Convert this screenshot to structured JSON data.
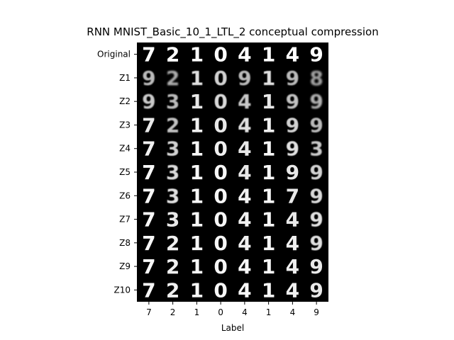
{
  "chart_data": {
    "type": "image-grid",
    "title": "RNN MNIST_Basic_10_1_LTL_2 conceptual compression",
    "xlabel": "Label",
    "ylabel": "",
    "columns": [
      "7",
      "2",
      "1",
      "0",
      "4",
      "1",
      "4",
      "9"
    ],
    "rows": [
      "Original",
      "Z1",
      "Z2",
      "Z3",
      "Z4",
      "Z5",
      "Z6",
      "Z7",
      "Z8",
      "Z9",
      "Z10"
    ],
    "cells": [
      [
        "7",
        "2",
        "1",
        "0",
        "4",
        "1",
        "4",
        "9"
      ],
      [
        "9",
        "2",
        "1",
        "0",
        "9",
        "1",
        "9",
        "8"
      ],
      [
        "9",
        "3",
        "1",
        "0",
        "4",
        "1",
        "9",
        "9"
      ],
      [
        "7",
        "2",
        "1",
        "0",
        "4",
        "1",
        "9",
        "9"
      ],
      [
        "7",
        "3",
        "1",
        "0",
        "4",
        "1",
        "9",
        "3"
      ],
      [
        "7",
        "3",
        "1",
        "0",
        "4",
        "1",
        "9",
        "9"
      ],
      [
        "7",
        "3",
        "1",
        "0",
        "4",
        "1",
        "7",
        "9"
      ],
      [
        "7",
        "3",
        "1",
        "0",
        "4",
        "1",
        "4",
        "9"
      ],
      [
        "7",
        "2",
        "1",
        "0",
        "4",
        "1",
        "4",
        "9"
      ],
      [
        "7",
        "2",
        "1",
        "0",
        "4",
        "1",
        "4",
        "9"
      ],
      [
        "7",
        "2",
        "1",
        "0",
        "4",
        "1",
        "4",
        "9"
      ]
    ],
    "blur": [
      [
        0,
        0,
        0,
        0,
        0,
        0,
        0,
        0
      ],
      [
        0.9,
        1.1,
        0.4,
        0.6,
        0.9,
        0.4,
        0.9,
        1.2
      ],
      [
        0.7,
        0.9,
        0.3,
        0.5,
        0.7,
        0.3,
        0.8,
        1.0
      ],
      [
        0.3,
        0.8,
        0.2,
        0.3,
        0.4,
        0.2,
        0.6,
        0.9
      ],
      [
        0.2,
        0.6,
        0.1,
        0.2,
        0.3,
        0.1,
        0.4,
        0.7
      ],
      [
        0.1,
        0.5,
        0.1,
        0.1,
        0.3,
        0.1,
        0.3,
        0.6
      ],
      [
        0.1,
        0.4,
        0.1,
        0.1,
        0.2,
        0.1,
        0.3,
        0.5
      ],
      [
        0.1,
        0.3,
        0.1,
        0.1,
        0.2,
        0.1,
        0.3,
        0.4
      ],
      [
        0.1,
        0.2,
        0.1,
        0.1,
        0.2,
        0.1,
        0.2,
        0.4
      ],
      [
        0.1,
        0.2,
        0.1,
        0.1,
        0.1,
        0.1,
        0.2,
        0.3
      ],
      [
        0.1,
        0.2,
        0.1,
        0.1,
        0.1,
        0.1,
        0.2,
        0.3
      ]
    ],
    "colors": {
      "background": "#000000",
      "stroke": "#ffffff",
      "text": "#000000",
      "figure": "#ffffff"
    }
  }
}
